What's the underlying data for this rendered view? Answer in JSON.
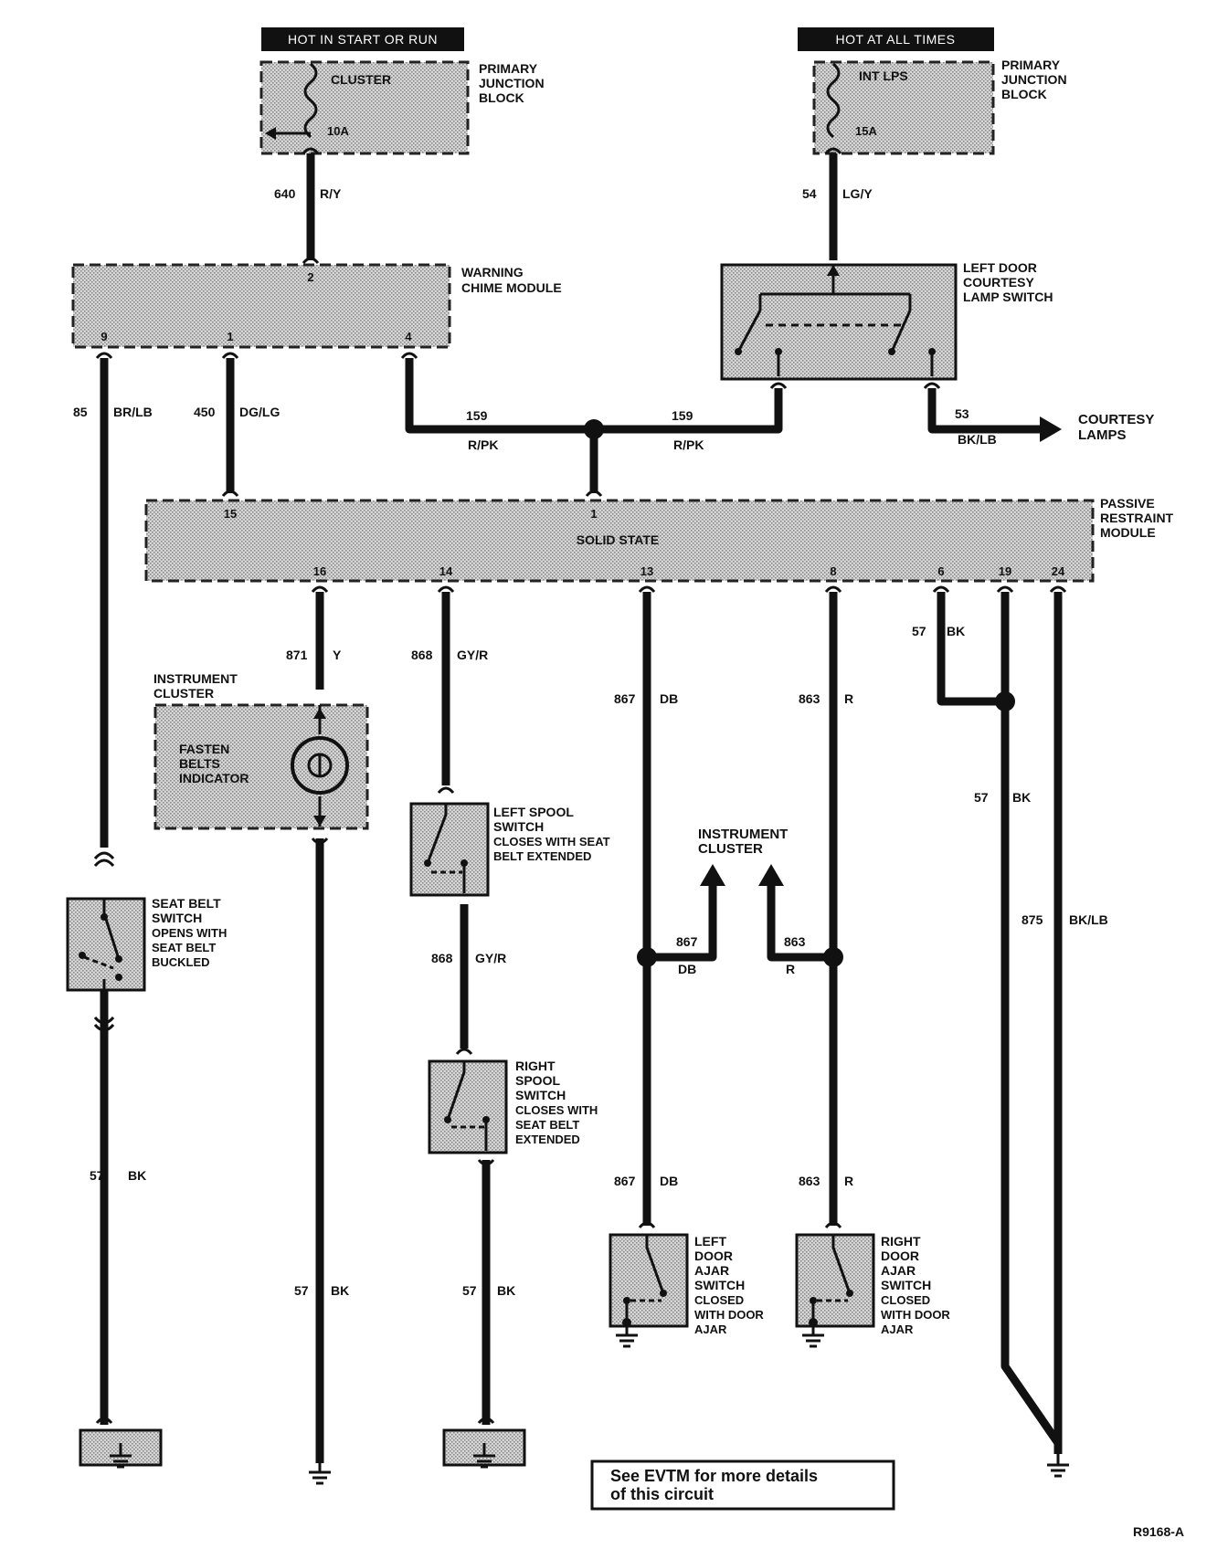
{
  "headers": {
    "left": "HOT IN START OR RUN",
    "right": "HOT AT ALL TIMES"
  },
  "fuse_left": {
    "name": "CLUSTER",
    "rating": "10A",
    "block": [
      "PRIMARY",
      "JUNCTION",
      "BLOCK"
    ]
  },
  "fuse_right": {
    "name": "INT LPS",
    "rating": "15A",
    "block": [
      "PRIMARY",
      "JUNCTION",
      "BLOCK"
    ]
  },
  "wires": {
    "w640": {
      "num": "640",
      "color": "R/Y"
    },
    "w54": {
      "num": "54",
      "color": "LG/Y"
    },
    "w85": {
      "num": "85",
      "color": "BR/LB"
    },
    "w450": {
      "num": "450",
      "color": "DG/LG"
    },
    "w159a": {
      "num": "159",
      "color": "R/PK"
    },
    "w159b": {
      "num": "159",
      "color": "R/PK"
    },
    "w53": {
      "num": "53",
      "color": "BK/LB"
    },
    "w871": {
      "num": "871",
      "color": "Y"
    },
    "w868a": {
      "num": "868",
      "color": "GY/R"
    },
    "w868b": {
      "num": "868",
      "color": "GY/R"
    },
    "w867a": {
      "num": "867",
      "color": "DB"
    },
    "w867b": {
      "num": "867",
      "color": "DB"
    },
    "w867c": {
      "num": "867",
      "color": "DB"
    },
    "w863a": {
      "num": "863",
      "color": "R"
    },
    "w863b": {
      "num": "863",
      "color": "R"
    },
    "w863c": {
      "num": "863",
      "color": "R"
    },
    "w57a": {
      "num": "57",
      "color": "BK"
    },
    "w57b": {
      "num": "57",
      "color": "BK"
    },
    "w57c": {
      "num": "57",
      "color": "BK"
    },
    "w57d": {
      "num": "57",
      "color": "BK"
    },
    "w57e": {
      "num": "57",
      "color": "BK"
    },
    "w875": {
      "num": "875",
      "color": "BK/LB"
    }
  },
  "chime": {
    "title": [
      "WARNING",
      "CHIME MODULE"
    ],
    "pins": {
      "p2": "2",
      "p9": "9",
      "p1": "1",
      "p4": "4"
    }
  },
  "courtesy_switch": {
    "title": [
      "LEFT DOOR",
      "COURTESY",
      "LAMP SWITCH"
    ]
  },
  "courtesy_lamps": [
    "COURTESY",
    "LAMPS"
  ],
  "prm": {
    "title": [
      "PASSIVE",
      "RESTRAINT",
      "MODULE"
    ],
    "center": "SOLID STATE",
    "pins": {
      "p15": "15",
      "p1": "1",
      "p16": "16",
      "p14": "14",
      "p13": "13",
      "p8": "8",
      "p6": "6",
      "p19": "19",
      "p24": "24"
    }
  },
  "instrument_cluster": {
    "title": [
      "INSTRUMENT",
      "CLUSTER"
    ],
    "indicator": [
      "FASTEN",
      "BELTS",
      "INDICATOR"
    ]
  },
  "seat_belt_switch": [
    "SEAT BELT",
    "SWITCH",
    "OPENS WITH",
    "SEAT BELT",
    "BUCKLED"
  ],
  "left_spool": [
    "LEFT SPOOL",
    "SWITCH",
    "CLOSES WITH SEAT",
    "BELT EXTENDED"
  ],
  "right_spool": [
    "RIGHT",
    "SPOOL",
    "SWITCH",
    "CLOSES WITH",
    "SEAT BELT",
    "EXTENDED"
  ],
  "instrument_cluster_ref": [
    "INSTRUMENT",
    "CLUSTER"
  ],
  "left_door_ajar": [
    "LEFT",
    "DOOR",
    "AJAR",
    "SWITCH",
    "CLOSED",
    "WITH DOOR",
    "AJAR"
  ],
  "right_door_ajar": [
    "RIGHT",
    "DOOR",
    "AJAR",
    "SWITCH",
    "CLOSED",
    "WITH DOOR",
    "AJAR"
  ],
  "note": [
    "See EVTM for more details",
    "of this circuit"
  ],
  "figure_id": "R9168-A"
}
